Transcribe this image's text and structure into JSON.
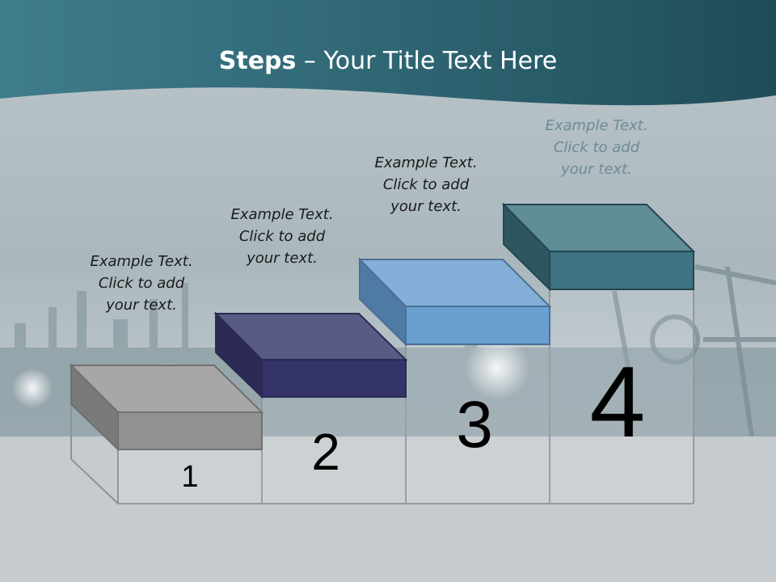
{
  "title": {
    "bold": "Steps",
    "rest": " – Your Title Text Here"
  },
  "steps": [
    {
      "number": "1",
      "caption": [
        "Example Text.",
        "Click  to add",
        "your text."
      ],
      "color": "#8f8f8f"
    },
    {
      "number": "2",
      "caption": [
        "Example Text.",
        "Click  to add",
        "your text."
      ],
      "color": "#34336a"
    },
    {
      "number": "3",
      "caption": [
        "Example Text.",
        "Click  to add",
        "your text."
      ],
      "color": "#6c9fd2"
    },
    {
      "number": "4",
      "caption": [
        "Example Text.",
        "Click  to add",
        "your text."
      ],
      "color": "#3d7180"
    }
  ],
  "colors": {
    "header": "#2d6571",
    "background": "#c5cbce"
  }
}
